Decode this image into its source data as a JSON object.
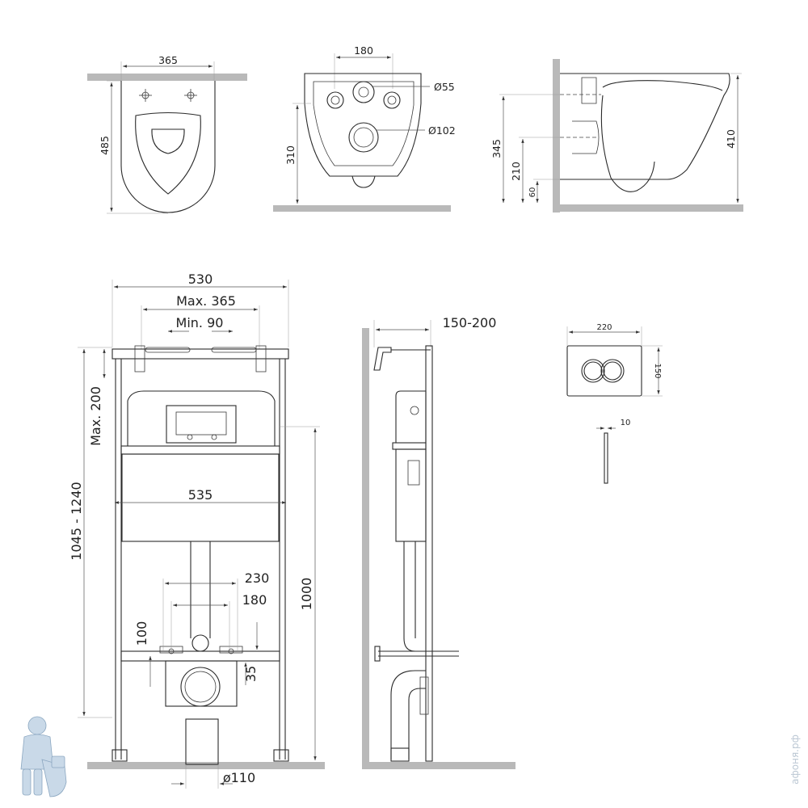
{
  "views": {
    "top_view": {
      "width": "365",
      "depth": "485"
    },
    "rear_view": {
      "spacing": "180",
      "small_hole": "Ø55",
      "large_hole": "Ø102",
      "height": "310"
    },
    "side_view": {
      "upper_height": "345",
      "mid_height": "210",
      "low_height": "60",
      "total_height": "410"
    },
    "frame_front": {
      "frame_width": "530",
      "max_span": "Max. 365",
      "min_span": "Min. 90",
      "max_top": "Max. 200",
      "height_range": "1045 - 1240",
      "panel_width": "535",
      "outer_spacing": "230",
      "inner_spacing": "180",
      "rod_height": "100",
      "rod_offset": "35",
      "frame_height": "1000",
      "drain_diameter": "ø110"
    },
    "frame_side": {
      "wall_distance": "150-200"
    },
    "flush_plate": {
      "width": "220",
      "height": "150",
      "thickness": "10"
    }
  },
  "watermark": {
    "text": "афоня.рф"
  },
  "mascot": {
    "icon": "plumber-mascot-icon"
  }
}
